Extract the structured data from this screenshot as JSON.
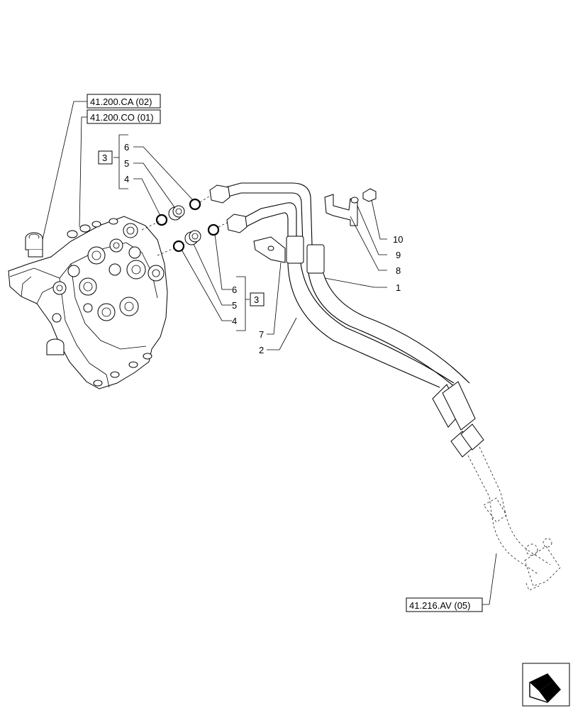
{
  "references": {
    "ref_top_1": "41.200.CA (02)",
    "ref_top_2": "41.200.CO (01)",
    "ref_bottom": "41.216.AV (05)"
  },
  "callouts": {
    "upper_group_box": "3",
    "upper_6": "6",
    "upper_5": "5",
    "upper_4": "4",
    "lower_group_box": "3",
    "lower_6": "6",
    "lower_5": "5",
    "lower_4": "4",
    "item_1": "1",
    "item_2": "2",
    "item_7": "7",
    "item_8": "8",
    "item_9": "9",
    "item_10": "10"
  },
  "icons": {
    "corner_icon": "next-page-arrow-icon"
  }
}
